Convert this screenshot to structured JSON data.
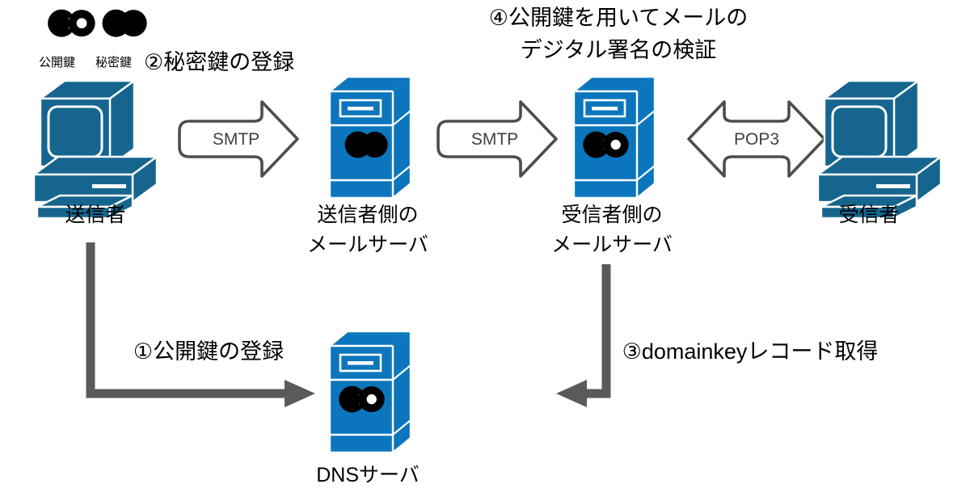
{
  "diagram": {
    "title": "DKIM mail flow diagram",
    "colors": {
      "server_blue": "#0b76bd",
      "server_blue_top": "#0b76bd",
      "server_blue_side": "#0b76bd",
      "pc_blue": "#16658f",
      "connector_gray": "#5a5a5a",
      "arrow_stroke": "#4d4d4d",
      "arrow_fill": "#ffffff",
      "key_black": "#000000",
      "text_black": "#000000",
      "background": "#ffffff"
    },
    "keys_legend": [
      {
        "icon": "public-key-icon",
        "label": "公開鍵",
        "type": "public"
      },
      {
        "icon": "private-key-icon",
        "label": "秘密鍵",
        "type": "private"
      }
    ],
    "nodes": [
      {
        "id": "sender-pc",
        "icon": "desktop-computer-icon",
        "label": "送信者"
      },
      {
        "id": "sender-mail-server",
        "icon": "server-icon",
        "key": "private-key-icon",
        "label_line1": "送信者側の",
        "label_line2": "メールサーバ"
      },
      {
        "id": "receiver-mail-server",
        "icon": "server-icon",
        "key": "public-key-icon",
        "label_line1": "受信者側の",
        "label_line2": "メールサーバ"
      },
      {
        "id": "receiver-pc",
        "icon": "desktop-computer-icon",
        "label": "受信者"
      },
      {
        "id": "dns-server",
        "icon": "server-icon",
        "key": "public-key-icon",
        "label": "DNSサーバ"
      }
    ],
    "protocol_arrows": [
      {
        "id": "smtp-1",
        "label": "SMTP",
        "direction": "right"
      },
      {
        "id": "smtp-2",
        "label": "SMTP",
        "direction": "right"
      },
      {
        "id": "pop3",
        "label": "POP3",
        "direction": "both"
      }
    ],
    "steps": [
      {
        "id": "step-1",
        "text": "①公開鍵の登録"
      },
      {
        "id": "step-2",
        "text": "②秘密鍵の登録"
      },
      {
        "id": "step-3",
        "text": "③domainkeyレコード取得"
      },
      {
        "id": "step-4-line1",
        "text": "④公開鍵を用いてメールの"
      },
      {
        "id": "step-4-line2",
        "text": "デジタル署名の検証"
      }
    ]
  }
}
